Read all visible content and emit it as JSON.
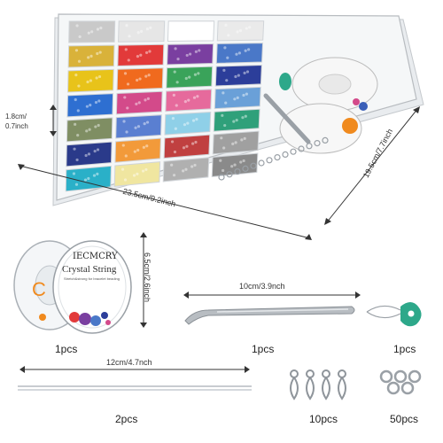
{
  "dimensions": {
    "box_height": "1.8cm/\n0.7inch",
    "box_width": "23.5cm/9.2inch",
    "box_depth": "19.5cm/7.7inch",
    "spool_diameter": "6.5cm/2.6inch",
    "tweezers_length": "10cm/3.9nch",
    "needle_length": "12cm/4.7nch"
  },
  "spool": {
    "brand": "IECMCRY",
    "title": "Crystal String",
    "subtitle": "Stretch&strong for bracelet beading"
  },
  "quantities": {
    "spools": "1pcs",
    "tweezers": "1pcs",
    "threader": "1pcs",
    "needles": "2pcs",
    "clasps": "10pcs",
    "rings": "50pcs"
  },
  "colors": {
    "bead_colors": [
      "#c9c9c9",
      "#e6e6e6",
      "#ffffff",
      "#eaeaea",
      "#d9b23a",
      "#e23a3a",
      "#7a3fa0",
      "#4a78c8",
      "#e8c31a",
      "#f06a1e",
      "#3aa35a",
      "#2c3e9a",
      "#2e6fd1",
      "#d34a8a",
      "#e66a9c",
      "#6aa0d8",
      "#7f8e63",
      "#5a7fd1",
      "#8fd0e8",
      "#2fa07a",
      "#2a3a8a",
      "#f29a3a",
      "#c04040",
      "#a0a0a0",
      "#2ab0c8",
      "#f0e6a0",
      "#b0b0b0",
      "#8a8a8a"
    ],
    "threader_green": "#2da88a",
    "spool_orange": "#f08a1e"
  }
}
